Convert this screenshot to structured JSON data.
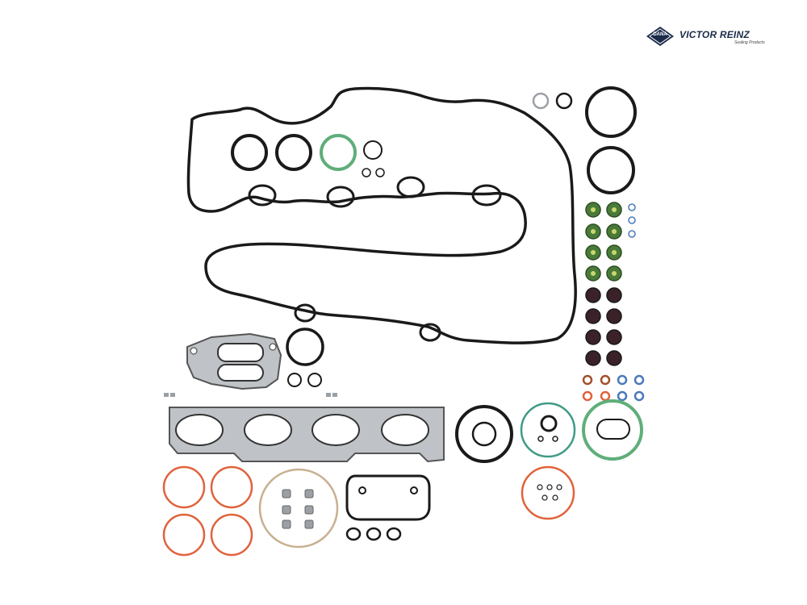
{
  "logo": {
    "badge": "DANA",
    "brand": "VICTOR REINZ",
    "tagline": "Sealing Products"
  },
  "colors": {
    "black_seal": "#1a1a1a",
    "gray_gasket": "#bfc2c6",
    "green_seal": "#5fae7a",
    "orange_seal": "#e0633c",
    "blue_seal": "#4a7ab8",
    "teal_seal": "#3f9a86",
    "brand_navy": "#1c2b4a"
  }
}
